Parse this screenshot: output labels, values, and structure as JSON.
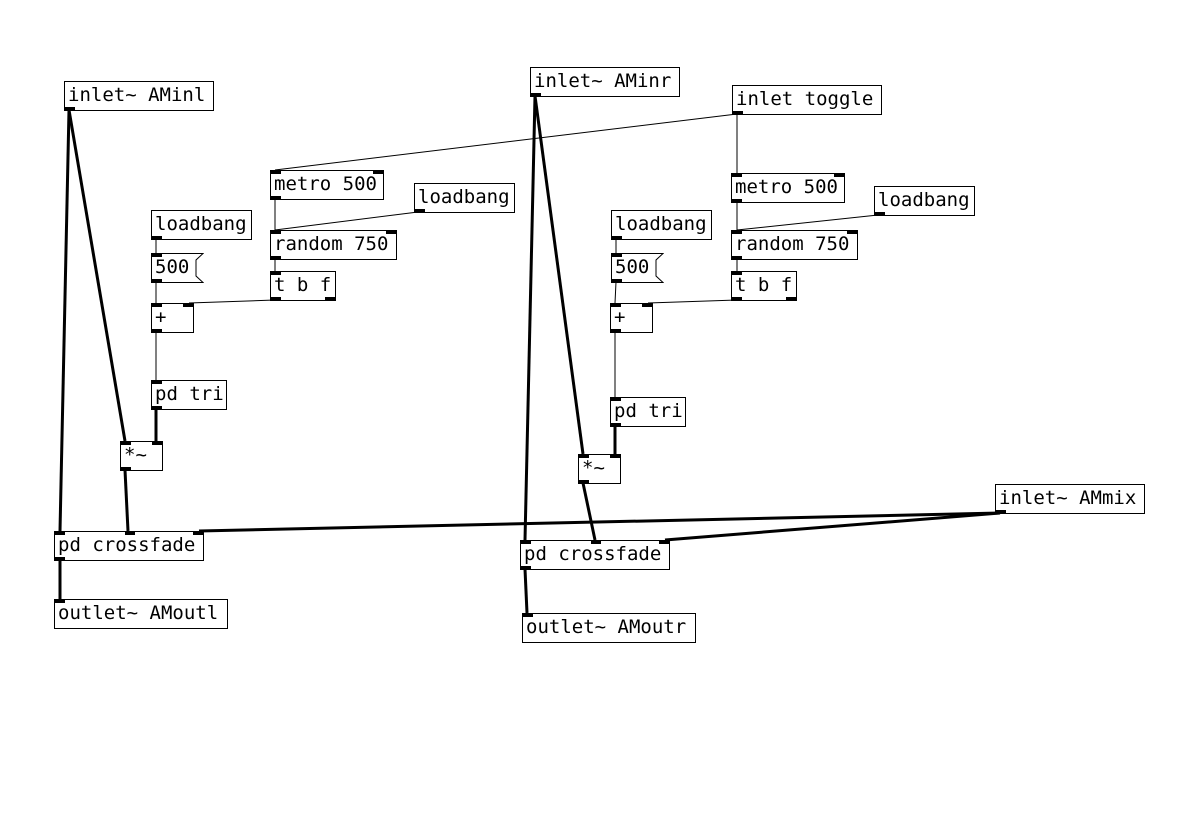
{
  "objects": {
    "inlet_aminl": {
      "label": "inlet~ AMinl"
    },
    "inlet_aminr": {
      "label": "inlet~ AMinr"
    },
    "inlet_toggle": {
      "label": "inlet toggle"
    },
    "inlet_ammix": {
      "label": "inlet~ AMmix"
    },
    "metro_left": {
      "label": "metro 500"
    },
    "metro_right": {
      "label": "metro 500"
    },
    "loadbang_l1": {
      "label": "loadbang"
    },
    "loadbang_l2": {
      "label": "loadbang"
    },
    "loadbang_r1": {
      "label": "loadbang"
    },
    "loadbang_r2": {
      "label": "loadbang"
    },
    "random_left": {
      "label": "random 750"
    },
    "random_right": {
      "label": "random 750"
    },
    "msg_500_left": {
      "label": "500"
    },
    "msg_500_right": {
      "label": "500"
    },
    "tbf_left": {
      "label": "t b f"
    },
    "tbf_right": {
      "label": "t b f"
    },
    "plus_left": {
      "label": "+"
    },
    "plus_right": {
      "label": "+"
    },
    "pdtri_left": {
      "label": "pd tri"
    },
    "pdtri_right": {
      "label": "pd tri"
    },
    "mul_left": {
      "label": "*~"
    },
    "mul_right": {
      "label": "*~"
    },
    "crossfade_left": {
      "label": "pd crossfade"
    },
    "crossfade_right": {
      "label": "pd crossfade"
    },
    "outlet_amoutl": {
      "label": "outlet~ AMoutl"
    },
    "outlet_amoutr": {
      "label": "outlet~ AMoutr"
    }
  }
}
